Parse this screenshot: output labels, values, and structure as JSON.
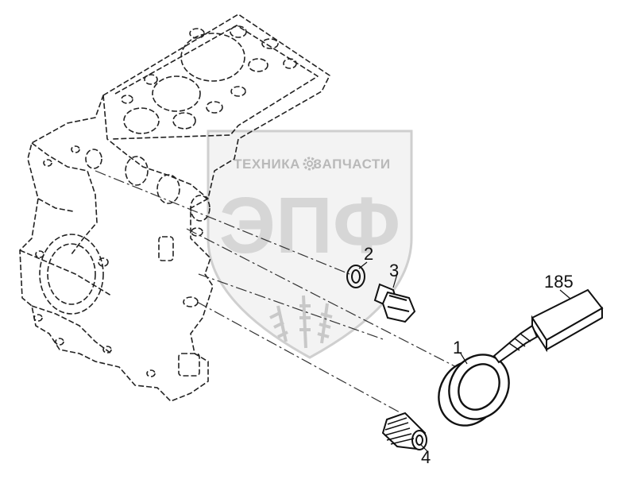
{
  "callouts": {
    "part_1": "1",
    "part_2": "2",
    "part_3": "3",
    "part_4": "4",
    "part_185": "185"
  },
  "watermark": {
    "line1_left": "ТЕХНИКА",
    "line1_right": "ЗАПЧАСТИ",
    "logo": "ЭПФ"
  },
  "icons": {
    "gear": "gear-icon"
  }
}
